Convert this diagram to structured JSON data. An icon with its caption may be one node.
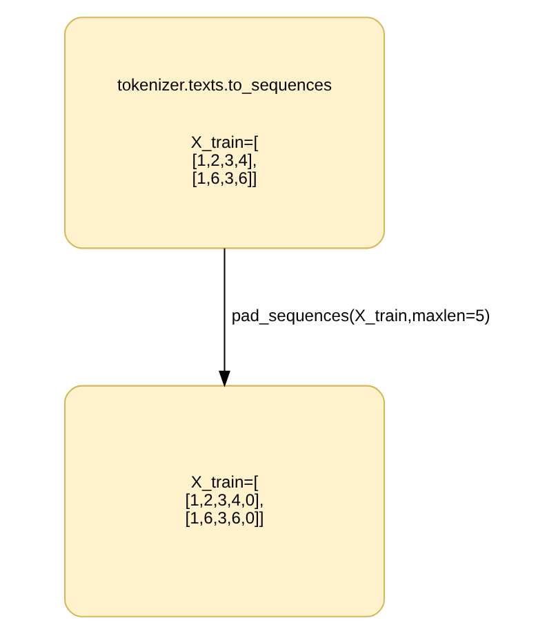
{
  "diagram": {
    "nodes": [
      {
        "text": [
          "tokenizer.texts.to_sequences",
          "X_train=[ [1,2,3,4], [1,6,3,6]]"
        ]
      },
      {
        "text": [
          "X_train=[ [1,2,3,4,0], [1,6,3,6,0]]"
        ]
      }
    ],
    "edges": [
      {
        "from": 0,
        "to": 1,
        "arrow": "to",
        "label": "pad_sequences(X_train,maxlen=5)"
      }
    ]
  }
}
